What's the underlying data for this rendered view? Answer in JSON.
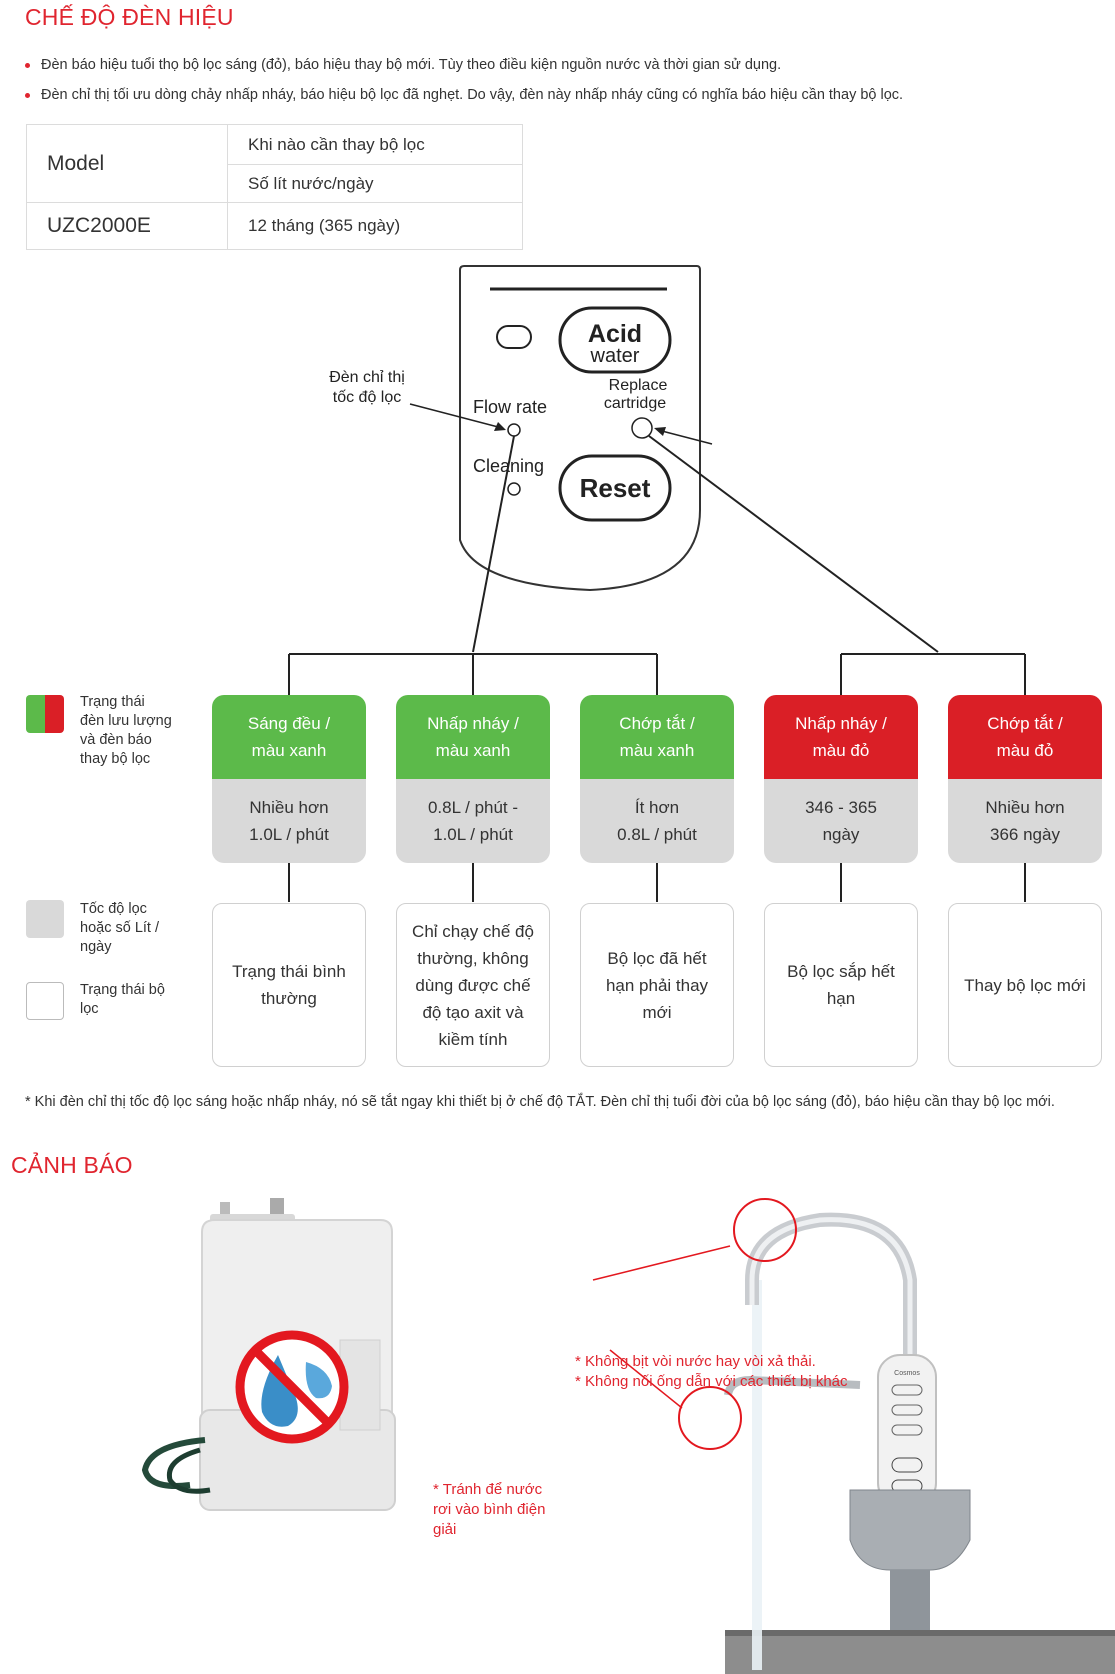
{
  "section1": {
    "title": "CHẾ ĐỘ ĐÈN HIỆU",
    "bullets": [
      "Đèn báo hiệu tuổi thọ bộ lọc sáng (đỏ), báo hiệu thay bộ mới. Tùy theo điều kiện nguồn nước và thời gian sử dụng.",
      "Đèn chỉ thị tối ưu dòng chảy nhấp nháy, báo hiệu bộ lọc đã nghẹt. Do vậy, đèn này nhấp nháy cũng có nghĩa báo hiệu cần thay bộ lọc."
    ]
  },
  "spec_table": {
    "model_label": "Model",
    "header_1": "Khi nào cần thay bộ lọc",
    "header_2": "Số lít nước/ngày",
    "model_value": "UZC2000E",
    "value": "12 tháng (365 ngày)"
  },
  "panel": {
    "acid_line1": "Acid",
    "acid_line2": "water",
    "replace_line1": "Replace",
    "replace_line2": "cartridge",
    "flow_rate": "Flow rate",
    "cleaning": "Cleaning",
    "reset": "Reset",
    "callout_line1": "Đèn chỉ thị",
    "callout_line2": "tốc độ lọc"
  },
  "legend": {
    "status_light": [
      "Trạng thái",
      "đèn lưu lượng",
      "và đèn báo",
      "thay bộ lọc"
    ],
    "flow_rate": [
      "Tốc độ lọc",
      "hoặc số Lít /",
      "ngày"
    ],
    "filter_state": [
      "Trạng thái bộ",
      "lọc"
    ],
    "colors": {
      "green": "#5cba4a",
      "red": "#da1f26",
      "grey": "#d9d9d9"
    }
  },
  "states": [
    {
      "top1": "Sáng đều /",
      "top2": "màu xanh",
      "bot1": "Nhiều hơn",
      "bot2": "1.0L / phút",
      "color": "green",
      "desc": [
        "Trạng thái bình",
        "thường"
      ]
    },
    {
      "top1": "Nhấp nháy /",
      "top2": "màu xanh",
      "bot1": "0.8L / phút -",
      "bot2": "1.0L / phút",
      "color": "green",
      "desc": [
        "Chỉ chạy chế độ",
        "thường, không",
        "dùng được chế",
        "độ tạo axit và",
        "kiềm tính"
      ]
    },
    {
      "top1": "Chớp tắt /",
      "top2": "màu xanh",
      "bot1": "Ít hơn",
      "bot2": "0.8L / phút",
      "color": "green",
      "desc": [
        "Bộ lọc đã hết",
        "hạn phải thay",
        "mới"
      ]
    },
    {
      "top1": "Nhấp nháy /",
      "top2": "màu đỏ",
      "bot1": "346 - 365",
      "bot2": "ngày",
      "color": "red",
      "desc": [
        "Bộ lọc sắp hết",
        "hạn"
      ]
    },
    {
      "top1": "Chớp tắt /",
      "top2": "màu đỏ",
      "bot1": "Nhiều hơn",
      "bot2": "366 ngày",
      "color": "red",
      "desc": [
        "Thay bộ lọc mới"
      ]
    }
  ],
  "note": "* Khi đèn chỉ thị tốc độ lọc sáng hoặc nhấp nháy, nó sẽ tắt ngay khi thiết bị ở chế độ TẮT. Đèn chỉ thị tuổi đời của bộ lọc sáng (đỏ), báo hiệu cần thay bộ lọc mới.",
  "section2": {
    "title": "CẢNH BÁO",
    "warn_device": [
      "* Tránh để nước",
      "rơi vào bình điện",
      "giải"
    ],
    "warn_faucet_1": "* Không bịt vòi nước hay vòi xả thải.",
    "warn_faucet_2": "* Không nối ống dẫn với các thiết bị khác",
    "faucet_brand": "Cosmos"
  }
}
